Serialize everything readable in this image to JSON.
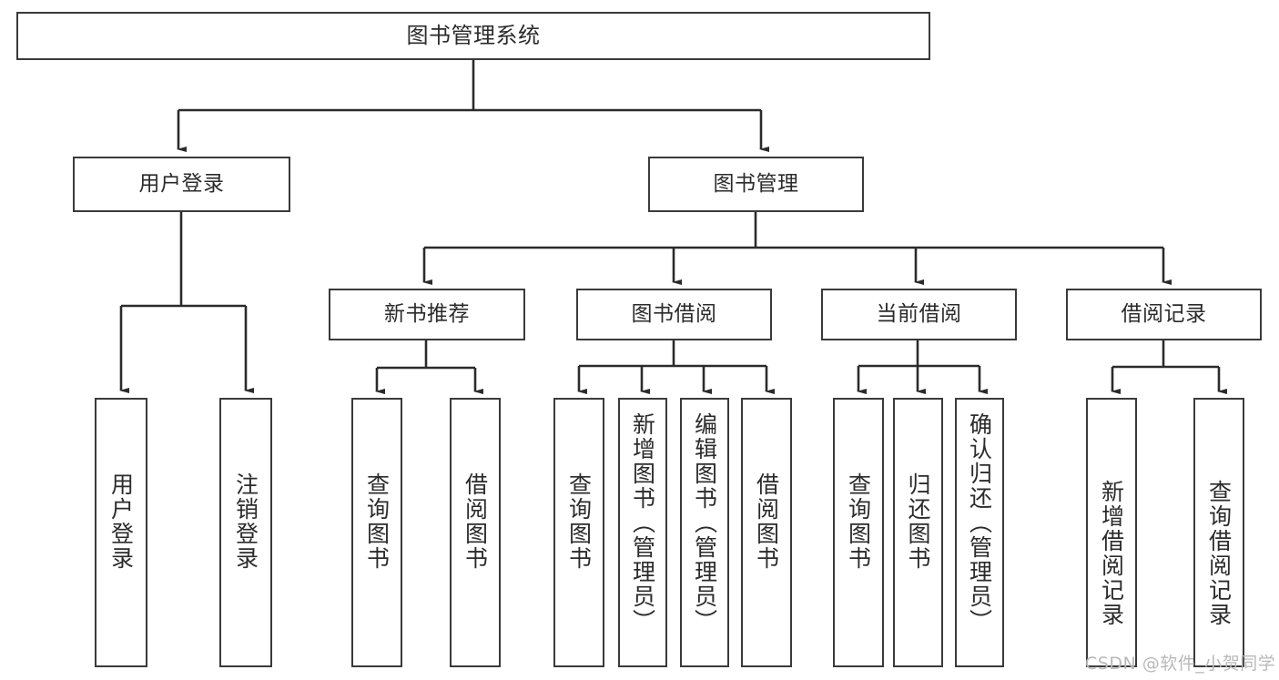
{
  "diagram": {
    "type": "tree",
    "title": "图书管理系统",
    "orientation": "top-down",
    "colors": {
      "box_border": "#3a3a3a",
      "box_fill": "#ffffff",
      "edge": "#2b2b2b",
      "text": "#2b2b2b",
      "watermark": "#b9b9b9",
      "background": "#ffffff"
    },
    "watermark": "CSDN @软件_小贺同学"
  },
  "nodes": {
    "root": {
      "label": "图书管理系统",
      "level": 0
    },
    "level1": [
      {
        "id": "user-login",
        "label": "用户登录"
      },
      {
        "id": "book-manage",
        "label": "图书管理"
      }
    ],
    "level2": [
      {
        "id": "new-book-recommend",
        "label": "新书推荐",
        "parent": "book-manage"
      },
      {
        "id": "book-borrow",
        "label": "图书借阅",
        "parent": "book-manage"
      },
      {
        "id": "current-borrow",
        "label": "当前借阅",
        "parent": "book-manage"
      },
      {
        "id": "borrow-record",
        "label": "借阅记录",
        "parent": "book-manage"
      }
    ],
    "leaves": [
      {
        "id": "leaf-user-login",
        "label": "用户登录",
        "parent": "user-login"
      },
      {
        "id": "leaf-logout",
        "label": "注销登录",
        "parent": "user-login"
      },
      {
        "id": "leaf-query-book-1",
        "label": "查询图书",
        "parent": "new-book-recommend"
      },
      {
        "id": "leaf-borrow-book-1",
        "label": "借阅图书",
        "parent": "new-book-recommend"
      },
      {
        "id": "leaf-query-book-2",
        "label": "查询图书",
        "parent": "book-borrow"
      },
      {
        "id": "leaf-add-book",
        "label": "新增图书（管理员）",
        "parent": "book-borrow"
      },
      {
        "id": "leaf-edit-book",
        "label": "编辑图书（管理员）",
        "parent": "book-borrow"
      },
      {
        "id": "leaf-borrow-book-2",
        "label": "借阅图书",
        "parent": "book-borrow"
      },
      {
        "id": "leaf-query-book-3",
        "label": "查询图书",
        "parent": "current-borrow"
      },
      {
        "id": "leaf-return-book",
        "label": "归还图书",
        "parent": "current-borrow"
      },
      {
        "id": "leaf-confirm-return",
        "label": "确认归还（管理员）",
        "parent": "current-borrow"
      },
      {
        "id": "leaf-add-record",
        "label": "新增借阅记录",
        "parent": "borrow-record"
      },
      {
        "id": "leaf-query-record",
        "label": "查询借阅记录",
        "parent": "borrow-record"
      }
    ]
  }
}
